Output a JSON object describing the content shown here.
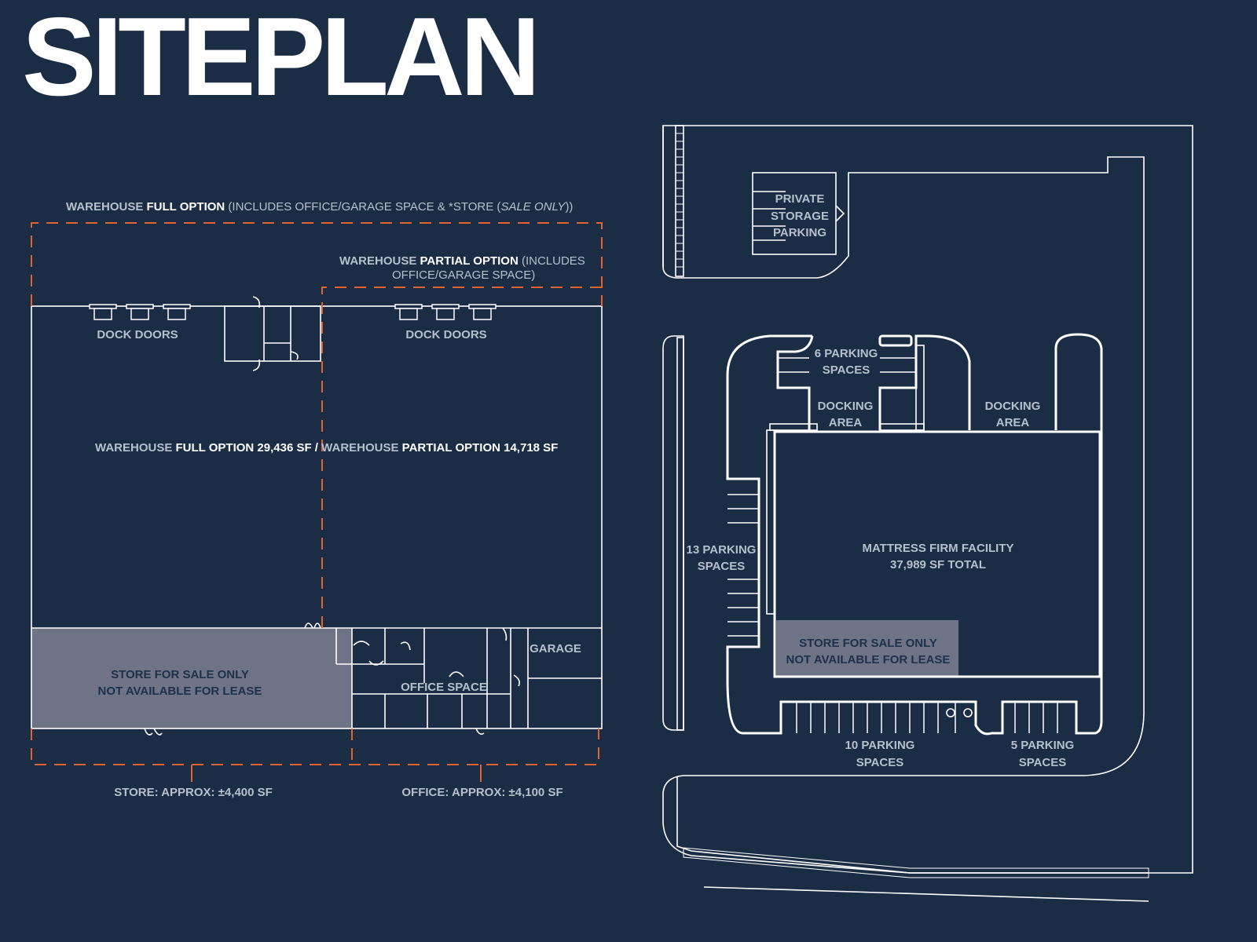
{
  "title": "SITEPLAN",
  "left_plan": {
    "full_option_banner": {
      "prefix": "WAREHOUSE ",
      "bold": "FULL OPTION",
      "middle": " (INCLUDES OFFICE/GARAGE SPACE & *STORE (",
      "italic": "SALE ONLY",
      "suffix": "))"
    },
    "partial_option_banner": {
      "prefix": "WAREHOUSE ",
      "bold": "PARTIAL OPTION",
      "suffix": " (INCLUDES",
      "line2": "OFFICE/GARAGE SPACE)"
    },
    "dock_doors_left": "DOCK DOORS",
    "dock_doors_right": "DOCK DOORS",
    "center_label": {
      "p1": "WAREHOUSE ",
      "p2": "FULL OPTION",
      "p3": "  29,436 SF",
      "p4": " / ",
      "p5": "WAREHOUSE ",
      "p6": "PARTIAL OPTION",
      "p7": "  14,718 SF"
    },
    "store_block": [
      "STORE FOR SALE ONLY",
      "NOT AVAILABLE FOR LEASE"
    ],
    "office_space": "OFFICE SPACE",
    "garage": "GARAGE",
    "store_area": "STORE: APPROX: ±4,400 SF",
    "office_area": "OFFICE: APPROX: ±4,100 SF"
  },
  "right_plan": {
    "private_storage": [
      "PRIVATE",
      "STORAGE",
      "PARKING"
    ],
    "parking_6": [
      "6 PARKING",
      "SPACES"
    ],
    "docking_area_1": [
      "DOCKING",
      "AREA"
    ],
    "docking_area_2": [
      "DOCKING",
      "AREA"
    ],
    "parking_13": [
      "13 PARKING",
      "SPACES"
    ],
    "facility": [
      "MATTRESS FIRM FACILITY",
      "37,989 SF TOTAL"
    ],
    "store_block": [
      "STORE FOR SALE ONLY",
      "NOT AVAILABLE FOR LEASE"
    ],
    "parking_10": [
      "10 PARKING",
      "SPACES"
    ],
    "parking_5": [
      "5 PARKING",
      "SPACES"
    ]
  },
  "colors": {
    "background": "#1a2d45",
    "outline": "#ffffff",
    "dashed_boundary": "#e0622e",
    "label_text": "#b4c0cc",
    "store_fill": "#6e7386"
  },
  "icons": [
    "dock-door-icon",
    "door-swing-icon",
    "accessible-parking-icon"
  ]
}
